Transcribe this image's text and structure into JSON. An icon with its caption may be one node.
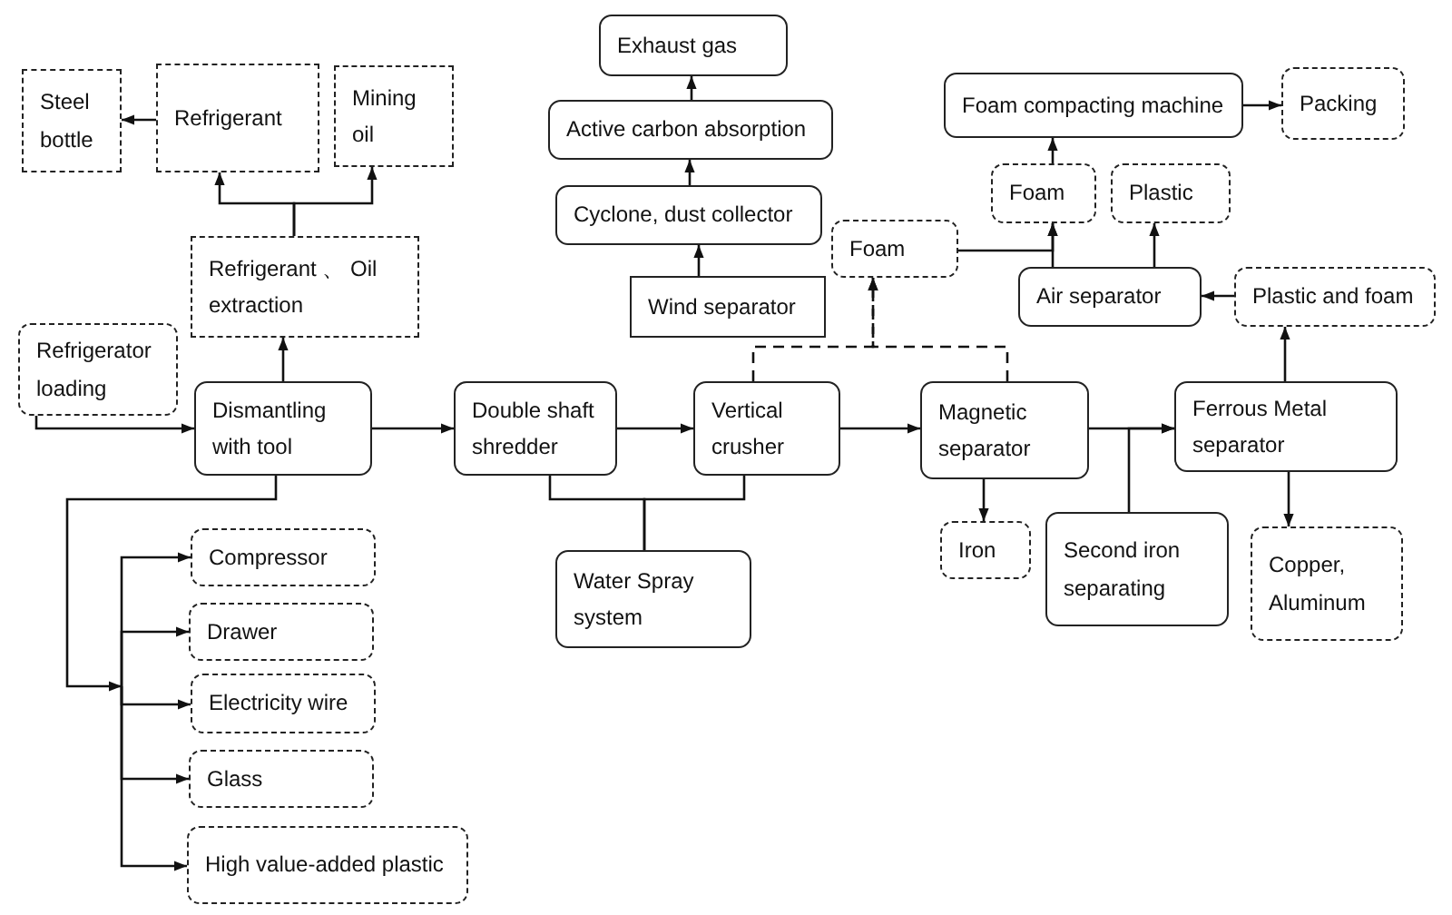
{
  "diagram": {
    "nodes": [
      {
        "text": [
          "Steel bottle"
        ]
      },
      {
        "text": [
          "Refrigerant"
        ]
      },
      {
        "text": [
          "Mining oil"
        ]
      },
      {
        "text": [
          "Refrigerant 、 Oil extraction"
        ]
      },
      {
        "text": [
          "Refrigerator loading"
        ]
      },
      {
        "text": [
          "Dismantling with tool"
        ]
      },
      {
        "text": [
          "Double shaft shredder"
        ]
      },
      {
        "text": [
          "Vertical crusher"
        ]
      },
      {
        "text": [
          "Magnetic separator"
        ]
      },
      {
        "text": [
          "Ferrous Metal separator"
        ]
      },
      {
        "text": [
          "Exhaust gas"
        ]
      },
      {
        "text": [
          "Active carbon absorption"
        ]
      },
      {
        "text": [
          "Cyclone, dust collector"
        ]
      },
      {
        "text": [
          "Wind separator"
        ]
      },
      {
        "text": [
          "Foam"
        ]
      },
      {
        "text": [
          "Foam compacting machine"
        ]
      },
      {
        "text": [
          "Packing"
        ]
      },
      {
        "text": [
          "Foam"
        ]
      },
      {
        "text": [
          "Plastic"
        ]
      },
      {
        "text": [
          "Air separator"
        ]
      },
      {
        "text": [
          "Plastic and foam"
        ]
      },
      {
        "text": [
          "Iron"
        ]
      },
      {
        "text": [
          "Second iron separating"
        ]
      },
      {
        "text": [
          "Copper, Aluminum"
        ]
      },
      {
        "text": [
          "Water Spray system"
        ]
      },
      {
        "text": [
          "Compressor"
        ]
      },
      {
        "text": [
          "Drawer"
        ]
      },
      {
        "text": [
          "Electricity wire"
        ]
      },
      {
        "text": [
          "Glass"
        ]
      },
      {
        "text": [
          "High value-added plastic"
        ]
      }
    ],
    "edges": [
      {
        "from": 4,
        "to": 5,
        "arrow": "to"
      },
      {
        "from": 5,
        "to": 6,
        "arrow": "to"
      },
      {
        "from": 6,
        "to": 7,
        "arrow": "to"
      },
      {
        "from": 7,
        "to": 8,
        "arrow": "to"
      },
      {
        "from": 8,
        "to": 9,
        "arrow": "to"
      },
      {
        "from": 5,
        "to": 3,
        "arrow": "to"
      },
      {
        "from": 3,
        "to": 1,
        "arrow": "to"
      },
      {
        "from": 3,
        "to": 2,
        "arrow": "to"
      },
      {
        "from": 1,
        "to": 0,
        "arrow": "to"
      },
      {
        "from": 13,
        "to": 12,
        "arrow": "to"
      },
      {
        "from": 12,
        "to": 11,
        "arrow": "to"
      },
      {
        "from": 11,
        "to": 10,
        "arrow": "to"
      },
      {
        "from": 7,
        "to": 14,
        "arrow": "to",
        "style": "dashed"
      },
      {
        "from": 8,
        "to": 14,
        "arrow": "to",
        "style": "dashed"
      },
      {
        "from": 14,
        "to": 17,
        "arrow": "to"
      },
      {
        "from": 19,
        "to": 17,
        "arrow": "to"
      },
      {
        "from": 19,
        "to": 18,
        "arrow": "to"
      },
      {
        "from": 17,
        "to": 15,
        "arrow": "to"
      },
      {
        "from": 15,
        "to": 16,
        "arrow": "to"
      },
      {
        "from": 20,
        "to": 19,
        "arrow": "to"
      },
      {
        "from": 9,
        "to": 20,
        "arrow": "to"
      },
      {
        "from": 9,
        "to": 23,
        "arrow": "to"
      },
      {
        "from": 8,
        "to": 21,
        "arrow": "to"
      },
      {
        "from": 22,
        "to": 9,
        "arrow": "to"
      },
      {
        "from": 6,
        "to": 24,
        "arrow": "none"
      },
      {
        "from": 7,
        "to": 24,
        "arrow": "none"
      },
      {
        "from": 5,
        "to": 25,
        "arrow": "to"
      },
      {
        "from": 5,
        "to": 26,
        "arrow": "to"
      },
      {
        "from": 5,
        "to": 27,
        "arrow": "to"
      },
      {
        "from": 5,
        "to": 28,
        "arrow": "to"
      },
      {
        "from": 5,
        "to": 29,
        "arrow": "to"
      }
    ]
  }
}
